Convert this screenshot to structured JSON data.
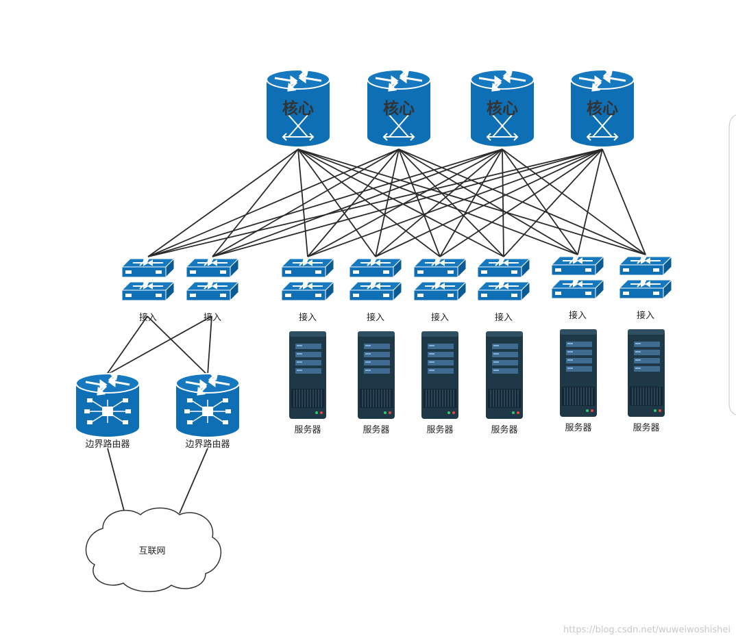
{
  "diagram": {
    "core_nodes": [
      {
        "id": "core-1",
        "label": "核心"
      },
      {
        "id": "core-2",
        "label": "核心"
      },
      {
        "id": "core-3",
        "label": "核心"
      },
      {
        "id": "core-4",
        "label": "核心"
      }
    ],
    "access_nodes": [
      {
        "id": "acc-1",
        "label": "接入"
      },
      {
        "id": "acc-2",
        "label": "接入"
      },
      {
        "id": "acc-3",
        "label": "接入"
      },
      {
        "id": "acc-4",
        "label": "接入"
      },
      {
        "id": "acc-5",
        "label": "接入"
      },
      {
        "id": "acc-6",
        "label": "接入"
      },
      {
        "id": "acc-7",
        "label": "接入"
      },
      {
        "id": "acc-8",
        "label": "接入"
      }
    ],
    "border_routers": [
      {
        "id": "br-1",
        "label": "边界路由器"
      },
      {
        "id": "br-2",
        "label": "边界路由器"
      }
    ],
    "servers": [
      {
        "id": "srv-1",
        "label": "服务器"
      },
      {
        "id": "srv-2",
        "label": "服务器"
      },
      {
        "id": "srv-3",
        "label": "服务器"
      },
      {
        "id": "srv-4",
        "label": "服务器"
      },
      {
        "id": "srv-5",
        "label": "服务器"
      },
      {
        "id": "srv-6",
        "label": "服务器"
      }
    ],
    "internet": {
      "label": "互联网"
    },
    "watermark": "https://blog.csdn.net/wuweiwoshishei",
    "colors": {
      "device_blue": "#0e6fb4",
      "server_dark": "#1e3848",
      "server_panel": "#3e6b8f",
      "link": "#2a2a2a"
    }
  }
}
